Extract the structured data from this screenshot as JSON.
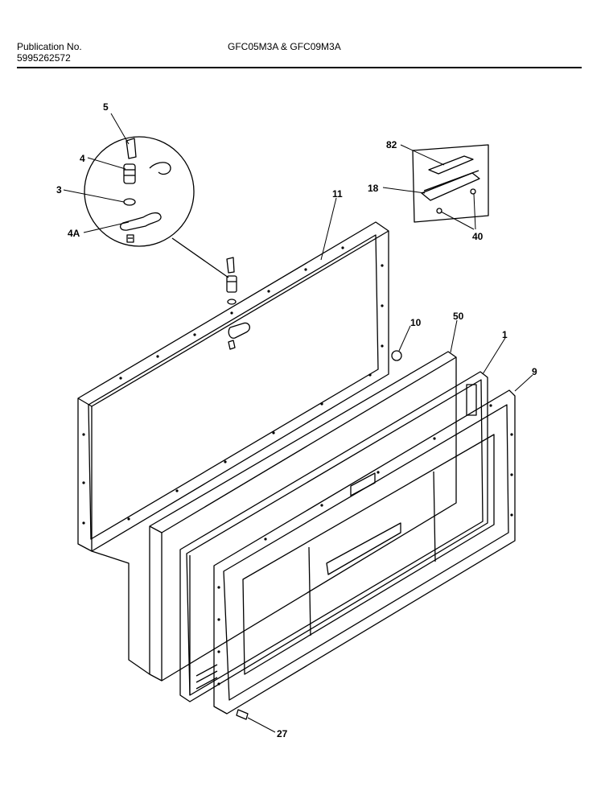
{
  "header": {
    "publication_label": "Publication No.",
    "publication_number": "5995262572",
    "models": "GFC05M3A & GFC09M3A"
  },
  "callouts": {
    "c5": "5",
    "c4": "4",
    "c3": "3",
    "c4a": "4A",
    "c11": "11",
    "c82": "82",
    "c18": "18",
    "c40": "40",
    "c10": "10",
    "c50": "50",
    "c1": "1",
    "c9": "9",
    "c27": "27"
  }
}
